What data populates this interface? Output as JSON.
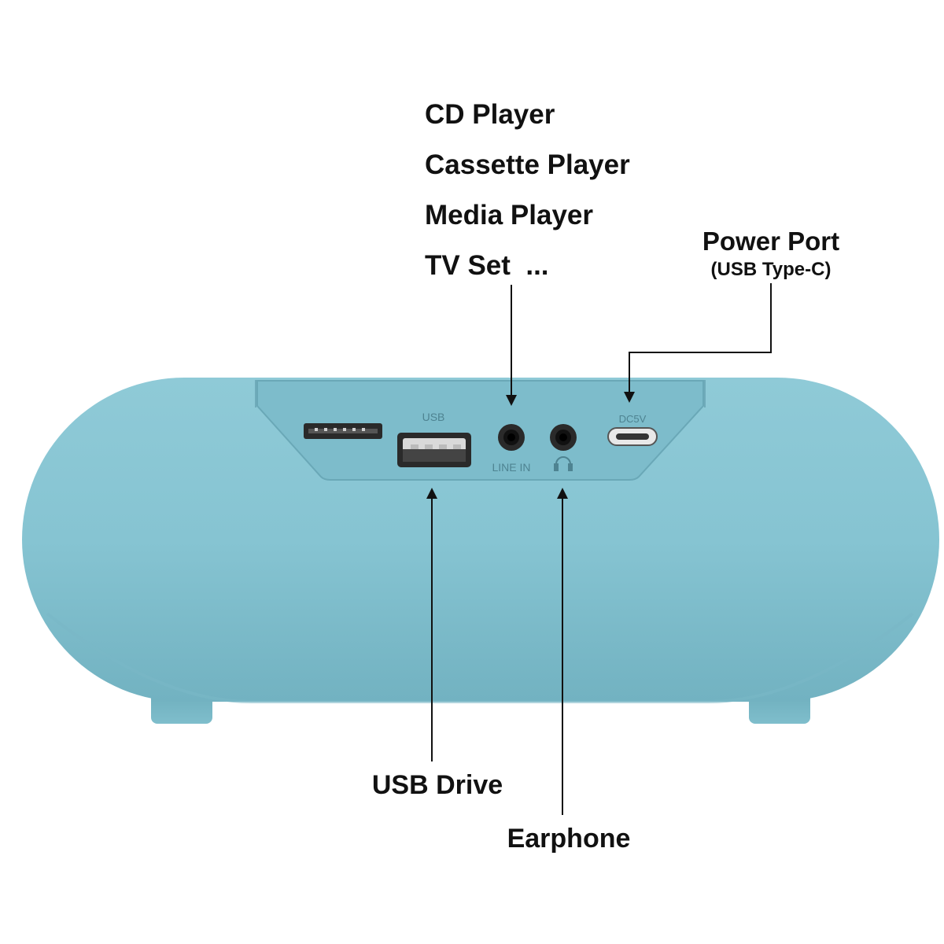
{
  "callouts": {
    "line_in_sources": [
      "CD Player",
      "Cassette Player",
      "Media Player",
      "TV Set  ..."
    ],
    "power_port_title": "Power Port",
    "power_port_subtitle": "(USB Type-C)",
    "usb_drive": "USB Drive",
    "earphone": "Earphone"
  },
  "speaker_ports": {
    "usb_label": "USB",
    "line_in_label": "LINE IN",
    "dc_label": "DC5V"
  },
  "colors": {
    "body": "#86c4d2",
    "body_shadow": "#6eaebd",
    "panel": "#7dbccb",
    "port": "#2a2a2a",
    "port_label": "#4e8391",
    "text": "#111111"
  },
  "icons": {
    "card_slot": "tf-card-slot-icon",
    "usb": "usb-a-port-icon",
    "line_in": "audio-jack-icon",
    "headphone": "headphone-icon",
    "usb_c": "usb-c-port-icon"
  }
}
